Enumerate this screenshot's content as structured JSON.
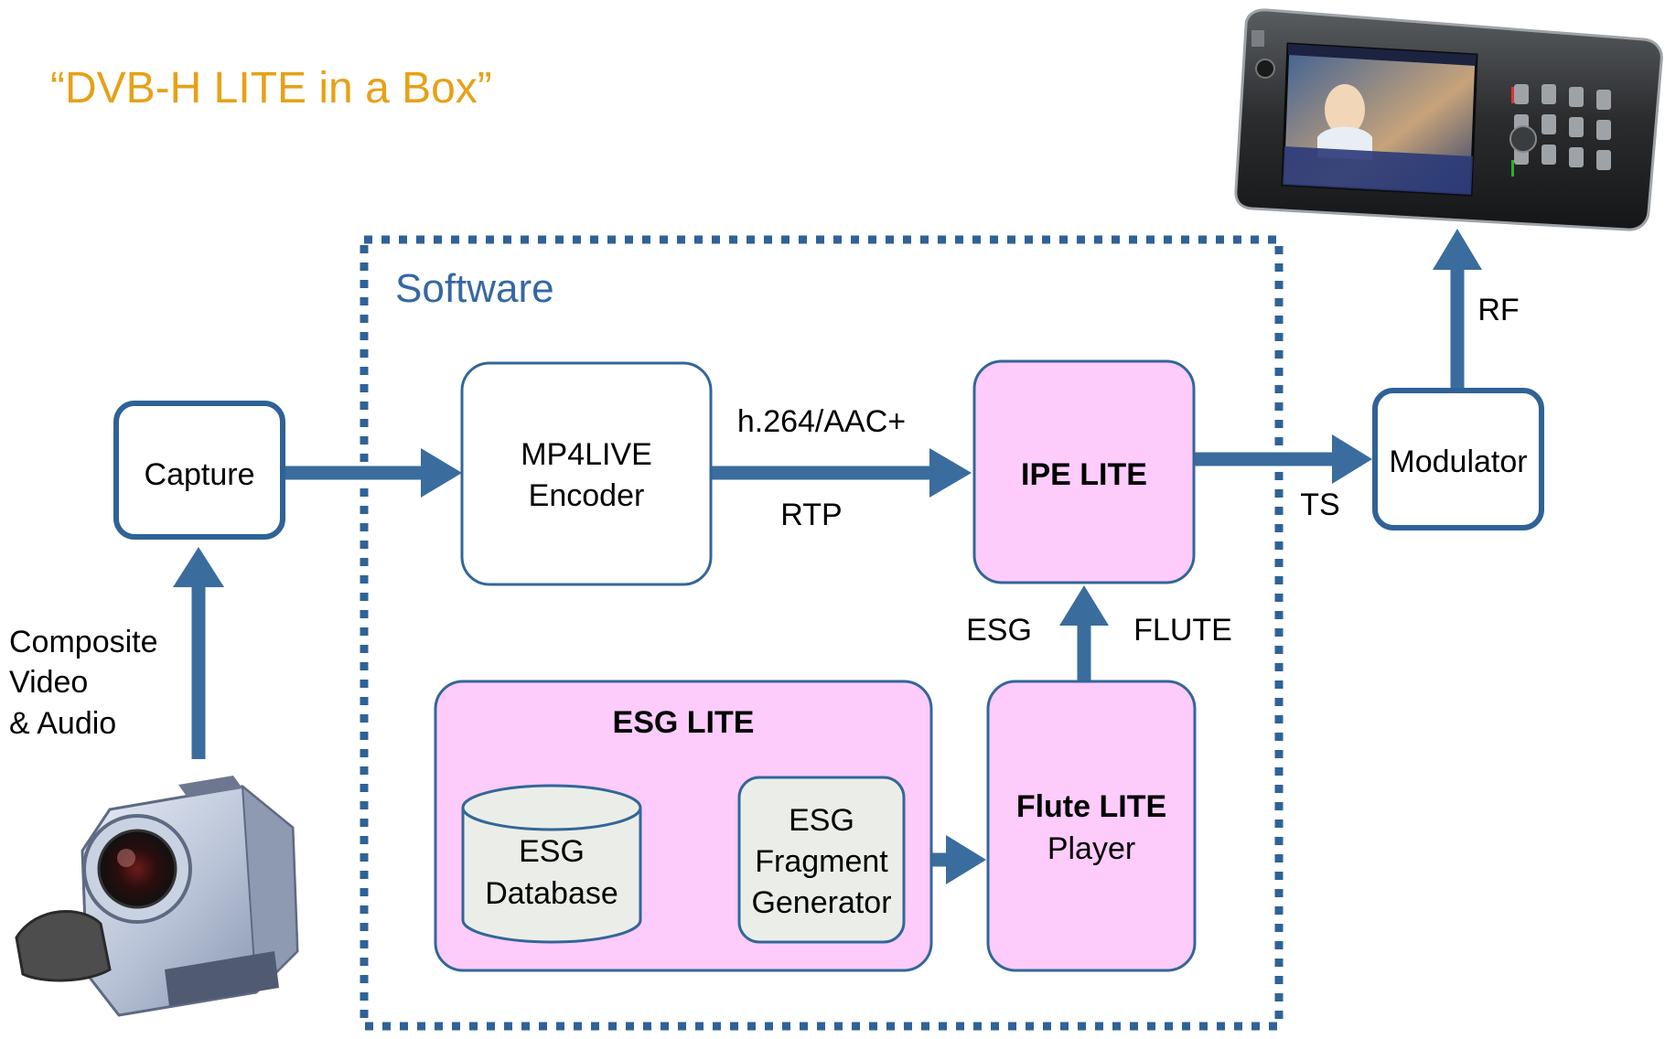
{
  "title": "“DVB-H LITE in a Box”",
  "software_label": "Software",
  "capture": {
    "label": "Capture"
  },
  "input_label": {
    "line1": "Composite",
    "line2": "Video",
    "line3": "& Audio"
  },
  "encoder": {
    "line1": "MP4LIVE",
    "line2": "Encoder"
  },
  "encoder_to_ipe": {
    "top": "h.264/AAC+",
    "bottom": "RTP"
  },
  "ipe": {
    "label": "IPE LITE"
  },
  "modulator": {
    "label": "Modulator"
  },
  "ts_label": "TS",
  "rf_label": "RF",
  "flute_to_ipe": {
    "left": "ESG",
    "right": "FLUTE"
  },
  "esg_lite": {
    "label": "ESG LITE",
    "database": {
      "line1": "ESG",
      "line2": "Database"
    },
    "generator": {
      "line1": "ESG",
      "line2": "Fragment",
      "line3": "Generator"
    }
  },
  "flute": {
    "line1": "Flute LITE",
    "line2": "Player"
  },
  "devices": {
    "camera": "camcorder-icon",
    "phone": "mobile-phone-icon"
  },
  "colors": {
    "title": "#e6a117",
    "software": "#3568a2",
    "arrow": "#3a6c9d",
    "border": "#336699",
    "pink": "#fdccfb",
    "grey": "#ebeee8"
  }
}
